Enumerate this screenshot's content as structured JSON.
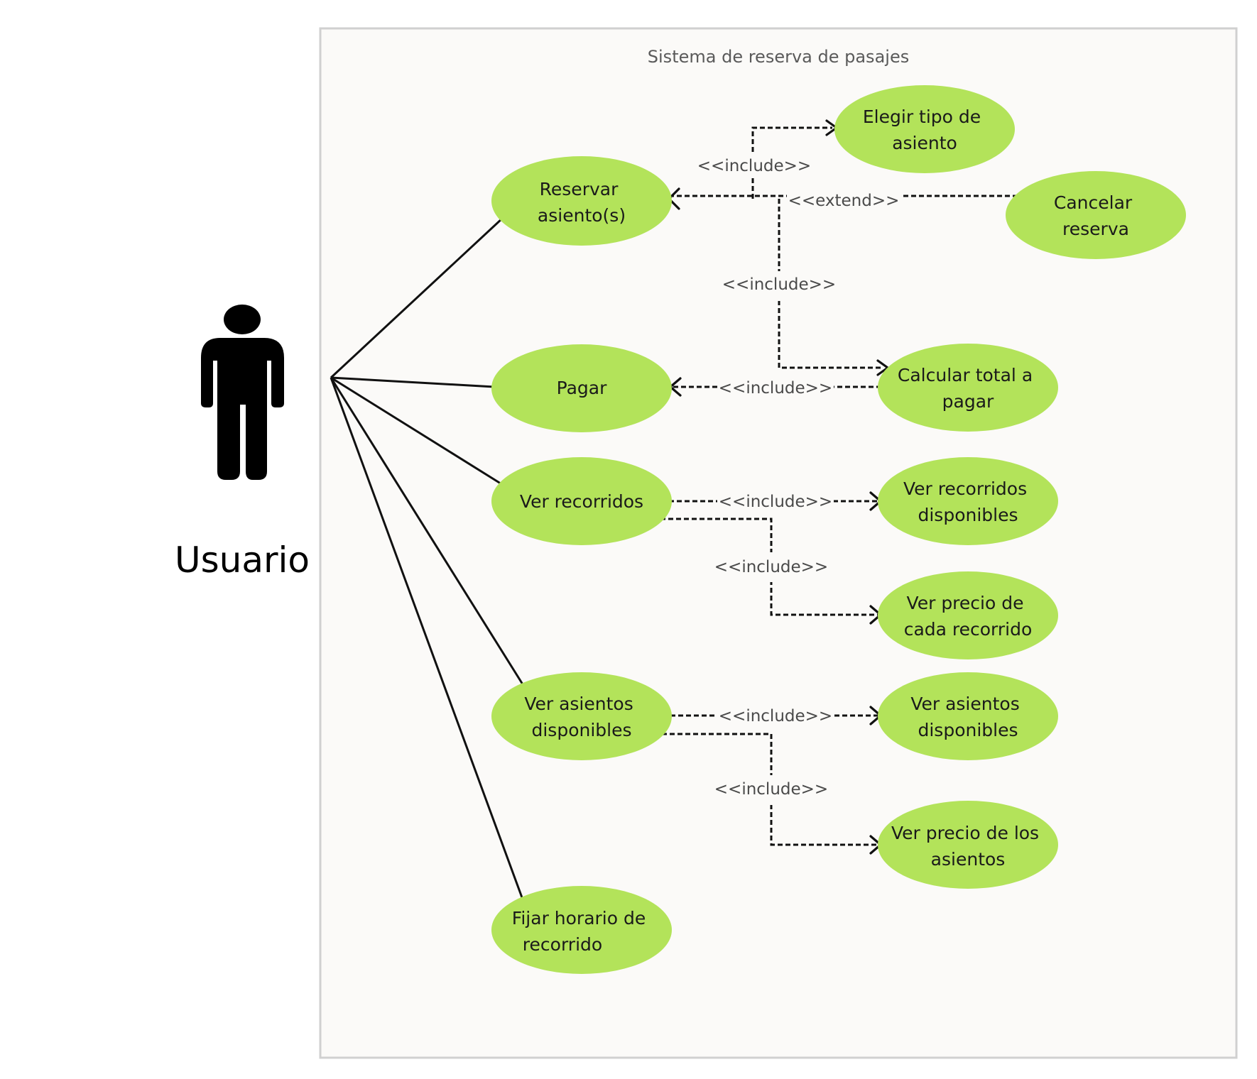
{
  "system": {
    "title": "Sistema de reserva de pasajes"
  },
  "actor": {
    "name": "Usuario",
    "icon": "person-icon"
  },
  "use_cases": {
    "reservar": [
      "Reservar",
      "asiento(s)"
    ],
    "elegir": [
      "Elegir tipo de",
      "asiento"
    ],
    "cancelar": [
      "Cancelar",
      "reserva"
    ],
    "pagar": [
      "Pagar"
    ],
    "calcular": [
      "Calcular total a",
      "pagar"
    ],
    "ver_recorridos": [
      "Ver recorridos"
    ],
    "ver_recorridos_disp": [
      "Ver recorridos",
      "disponibles"
    ],
    "ver_precio_recorrido": [
      "Ver precio de",
      "cada recorrido"
    ],
    "ver_asientos": [
      "Ver asientos",
      "disponibles"
    ],
    "ver_asientos_disp": [
      "Ver asientos",
      "disponibles"
    ],
    "ver_precio_asientos": [
      "Ver precio de los",
      "asientos"
    ],
    "fijar_horario": [
      "Fijar horario de",
      "recorrido"
    ]
  },
  "relations": {
    "include_label": "<<include>>",
    "extend_label": "<<extend>>"
  },
  "colors": {
    "use_case_fill": "#b3e35a",
    "system_fill": "#fbfaf8",
    "system_border": "#d0d0d0",
    "line": "#111111"
  }
}
